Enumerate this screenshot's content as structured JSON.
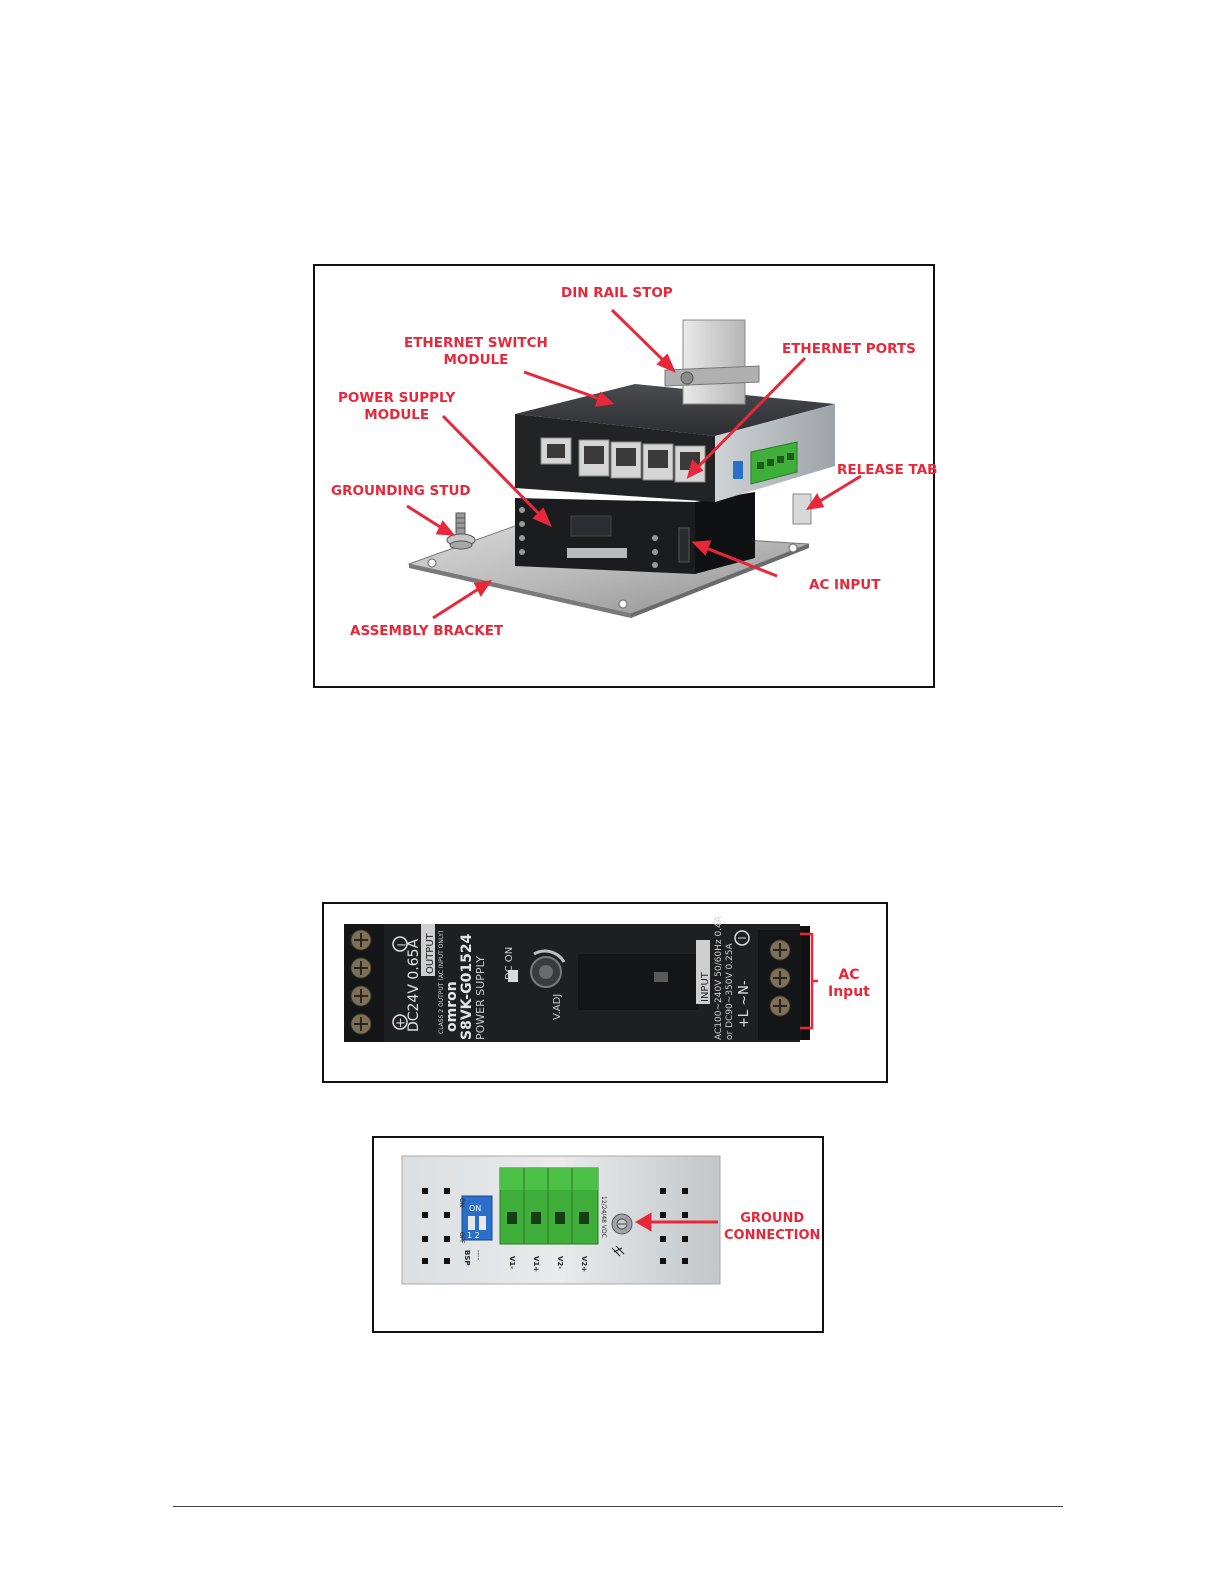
{
  "figure1": {
    "din_rail_stop": "DIN RAIL STOP",
    "ethernet_switch_module": [
      "ETHERNET SWITCH",
      "MODULE"
    ],
    "ethernet_ports": "ETHERNET PORTS",
    "power_supply_module": [
      "POWER SUPPLY",
      "MODULE"
    ],
    "grounding_stud": "GROUNDING STUD",
    "release_tab": "RELEASE TAB",
    "ac_input": "AC INPUT",
    "assembly_bracket": "ASSEMBLY BRACKET"
  },
  "figure2": {
    "brand": "omron",
    "model": "S8VK-G01524",
    "product": "POWER SUPPLY",
    "output_label": "OUTPUT",
    "output_rating": "DC24V 0.65A",
    "output_note": "CLASS 2 OUTPUT (AC INPUT ONLY)",
    "dc_on": "DC ON",
    "v_adj": "V.ADJ",
    "input_label": "INPUT",
    "input_rating_1": "AC100~240V 50/60Hz 0.4A",
    "input_rating_2": "or DC90~350V 0.25A",
    "input_terminals": "+L  ~N-",
    "callout": [
      "AC",
      "Input"
    ]
  },
  "figure3": {
    "dip_on": "ON",
    "dip_numbers": "1 2",
    "dip_side_on": "ON",
    "dip_side_off": "OFF",
    "bsp_label": "BSP",
    "dashes": "----",
    "terminals": [
      "V1-",
      "V1+",
      "V2-",
      "V2+"
    ],
    "voltage": "12/24/48 VDC",
    "callout": [
      "GROUND",
      "CONNECTION"
    ]
  },
  "colors": {
    "callout_red": "#e8283a",
    "terminal_green": "#3fae3a",
    "dip_blue": "#2a6fc9"
  }
}
